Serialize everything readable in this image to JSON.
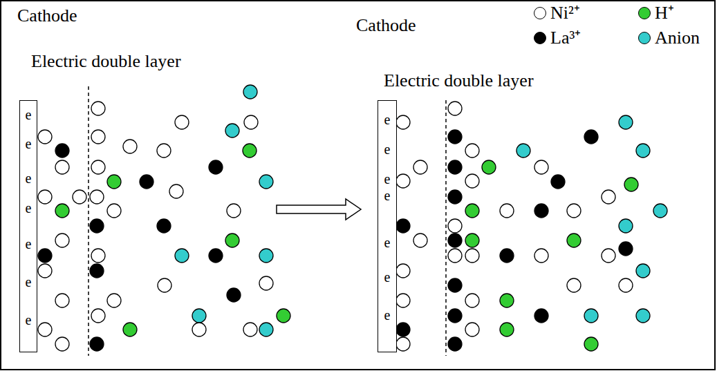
{
  "diagram": {
    "nodes": [
      {
        "text": [
          "e",
          "e",
          "e",
          "e",
          "e",
          "e",
          "e"
        ]
      },
      {
        "text": [
          "e",
          "e",
          "e",
          "e",
          "e",
          "e",
          "e"
        ]
      }
    ],
    "labels": [
      "Cathode",
      "Electric double layer",
      "Cathode",
      "Electric double layer"
    ],
    "legend": [
      {
        "text": "Ni²⁺",
        "color": "#ffffff"
      },
      {
        "text": "La³⁺",
        "color": "#000000"
      },
      {
        "text": "H⁺",
        "color": "#33cc33"
      },
      {
        "text": "Anion",
        "color": "#33cccc"
      }
    ]
  }
}
